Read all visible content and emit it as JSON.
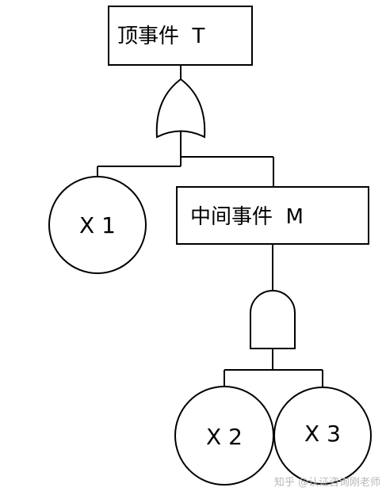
{
  "top_event": {
    "label": "顶事件  T"
  },
  "top_gate": {
    "type": "OR"
  },
  "basic_events": [
    {
      "label": "X 1"
    },
    {
      "label": "X 2"
    },
    {
      "label": "X 3"
    }
  ],
  "intermediate_event": {
    "label": "中间事件  M"
  },
  "intermediate_gate": {
    "type": "AND"
  },
  "watermark": {
    "text": "知乎 @认证咨询刚老师"
  },
  "colors": {
    "line": "#000000",
    "background": "#ffffff",
    "watermark": "#b8b8b8"
  }
}
